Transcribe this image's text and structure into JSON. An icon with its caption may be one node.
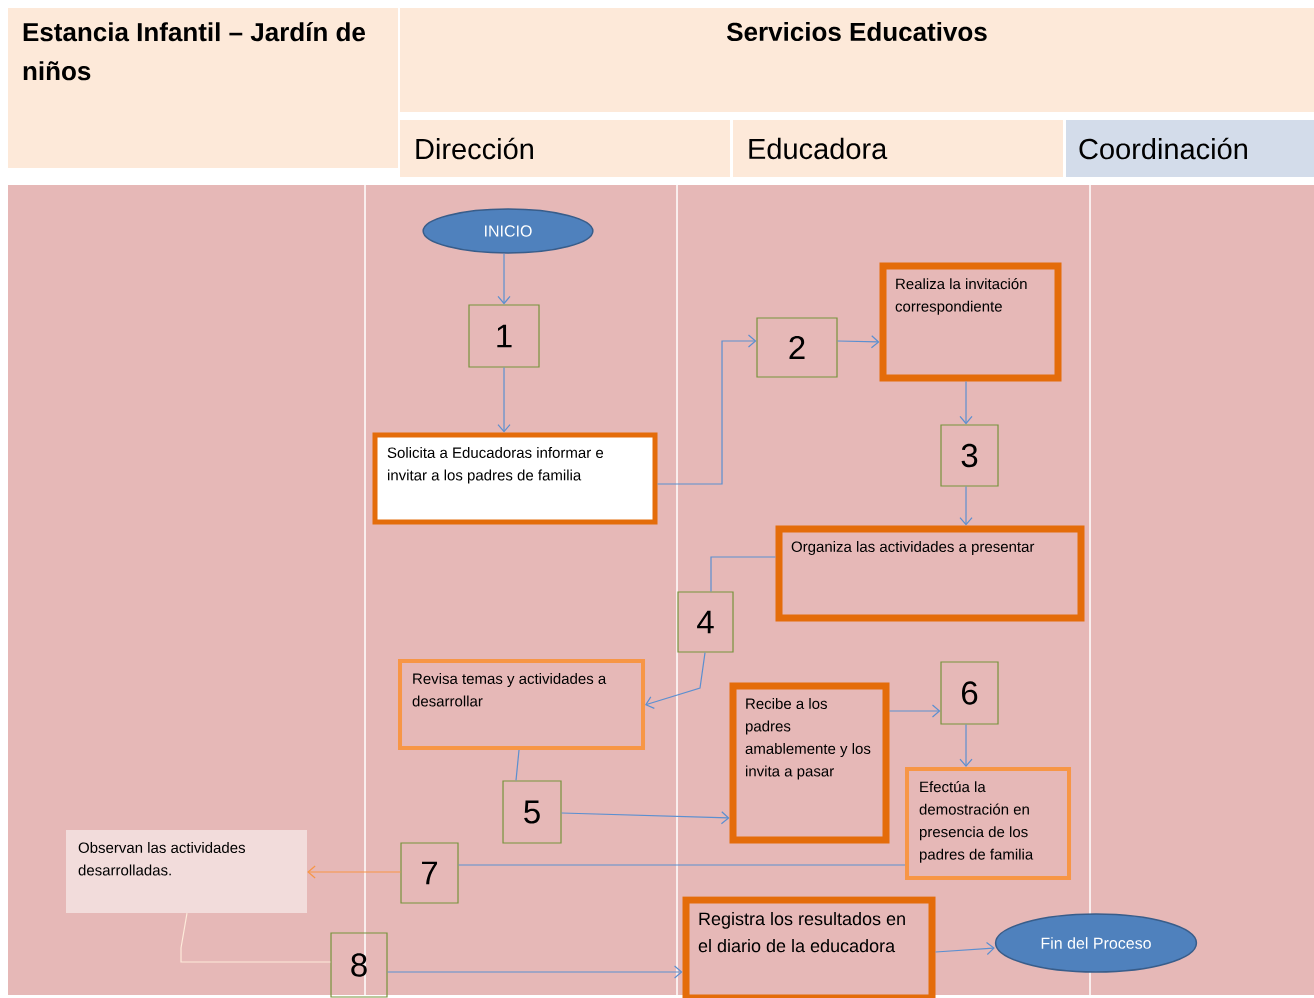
{
  "diagram": {
    "nodes": [
      {
        "text": [
          "Estancia Infantil – Jardín de niños"
        ]
      },
      {
        "text": [
          "Servicios Educativos"
        ]
      },
      {
        "text": [
          "Dirección"
        ]
      },
      {
        "text": [
          "Educadora"
        ]
      },
      {
        "text": [
          "Coordinación"
        ]
      },
      {
        "text": [
          "INICIO"
        ]
      },
      {
        "text": [
          "1"
        ]
      },
      {
        "text": [
          "Solicita a Educadoras informar e invitar a los padres de familia"
        ]
      },
      {
        "text": [
          "2"
        ]
      },
      {
        "text": [
          "Realiza la invitación correspondiente"
        ]
      },
      {
        "text": [
          "3"
        ]
      },
      {
        "text": [
          "Organiza  las actividades a presentar"
        ]
      },
      {
        "text": [
          "4"
        ]
      },
      {
        "text": [
          "Revisa temas y actividades a desarrollar"
        ]
      },
      {
        "text": [
          "Recibe a los padres amablemente y los invita a pasar"
        ]
      },
      {
        "text": [
          "6"
        ]
      },
      {
        "text": [
          "5"
        ]
      },
      {
        "text": [
          "Efectúa la demostración  en presencia de los padres de familia"
        ]
      },
      {
        "text": [
          "Observan las actividades desarrolladas."
        ]
      },
      {
        "text": [
          "7"
        ]
      },
      {
        "text": [
          "8"
        ]
      },
      {
        "text": [
          "Registra los resultados en el diario de la educadora"
        ]
      },
      {
        "text": [
          "Fin del Proceso"
        ]
      }
    ],
    "edges": [
      {
        "from": 5,
        "to": 6,
        "arrow": "to"
      },
      {
        "from": 6,
        "to": 7,
        "arrow": "to"
      },
      {
        "from": 7,
        "to": 8,
        "arrow": "to"
      },
      {
        "from": 8,
        "to": 9,
        "arrow": "to"
      },
      {
        "from": 9,
        "to": 10,
        "arrow": "to"
      },
      {
        "from": 10,
        "to": 11,
        "arrow": "to"
      },
      {
        "from": 11,
        "to": 12,
        "arrow": "none"
      },
      {
        "from": 12,
        "to": 13,
        "arrow": "to"
      },
      {
        "from": 13,
        "to": 16,
        "arrow": "none"
      },
      {
        "from": 16,
        "to": 14,
        "arrow": "to"
      },
      {
        "from": 14,
        "to": 15,
        "arrow": "to"
      },
      {
        "from": 15,
        "to": 17,
        "arrow": "to"
      },
      {
        "from": 17,
        "to": 19,
        "arrow": "none"
      },
      {
        "from": 19,
        "to": 18,
        "arrow": "to",
        "color": "#f79646"
      },
      {
        "from": 18,
        "to": 20,
        "arrow": "none",
        "color": "#fdeada"
      },
      {
        "from": 20,
        "to": 21,
        "arrow": "to"
      },
      {
        "from": 21,
        "to": 22,
        "arrow": "to"
      }
    ]
  }
}
